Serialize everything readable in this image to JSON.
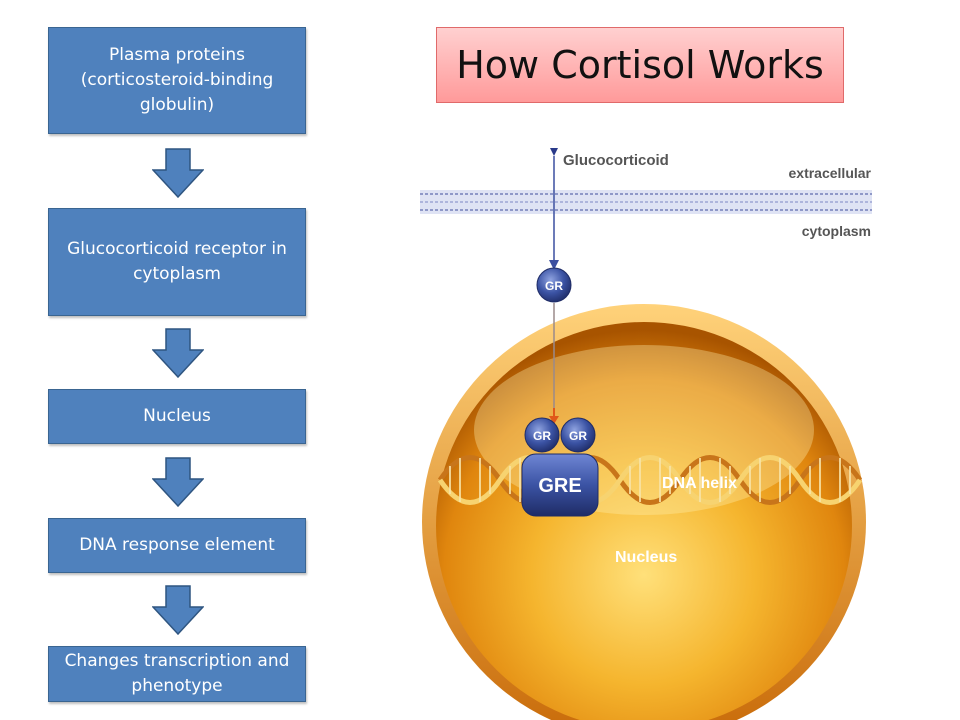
{
  "title": "How Cortisol Works",
  "flow": {
    "steps": [
      "Plasma proteins (corticosteroid-binding globulin)",
      "Glucocorticoid receptor in cytoplasm",
      "Nucleus",
      "DNA response element",
      "Changes transcription and phenotype"
    ]
  },
  "figure": {
    "glucocorticoid_label": "Glucocorticoid",
    "extracellular_label": "extracellular",
    "cytoplasm_label": "cytoplasm",
    "gr_label": "GR",
    "gre_label": "GRE",
    "dna_label": "DNA helix",
    "nucleus_label": "Nucleus"
  },
  "colors": {
    "flow_box": "#4f81bd",
    "title_box": "#ffb3b3",
    "nucleus": "#f0a020",
    "receptor": "#3b53a4"
  }
}
